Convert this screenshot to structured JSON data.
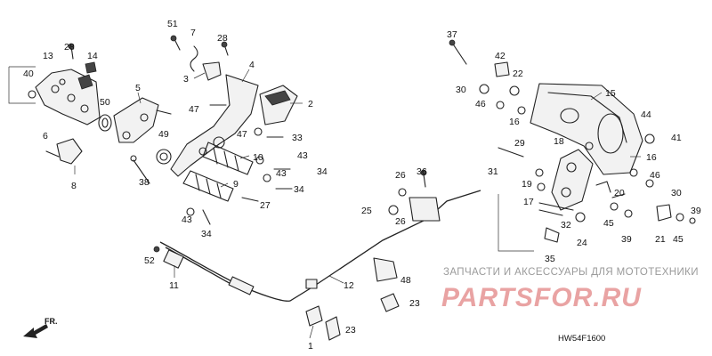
{
  "diagram": {
    "part_code": "HW54F1600",
    "direction_label": "FR.",
    "callout_numbers": [
      "1",
      "2",
      "3",
      "4",
      "5",
      "6",
      "7",
      "8",
      "9",
      "10",
      "11",
      "12",
      "13",
      "14",
      "15",
      "16",
      "17",
      "18",
      "19",
      "20",
      "21",
      "22",
      "23",
      "24",
      "25",
      "26",
      "27",
      "28",
      "29",
      "30",
      "31",
      "32",
      "33",
      "34",
      "35",
      "36",
      "37",
      "38",
      "39",
      "40",
      "41",
      "42",
      "43",
      "44",
      "45",
      "46",
      "47",
      "48",
      "49",
      "50",
      "51",
      "52"
    ]
  },
  "watermark": {
    "text": "ЗАПЧАСТИ И АКСЕССУАРЫ ДЛЯ МОТОТЕХНИКИ",
    "logo": "PARTSFOR.RU"
  }
}
